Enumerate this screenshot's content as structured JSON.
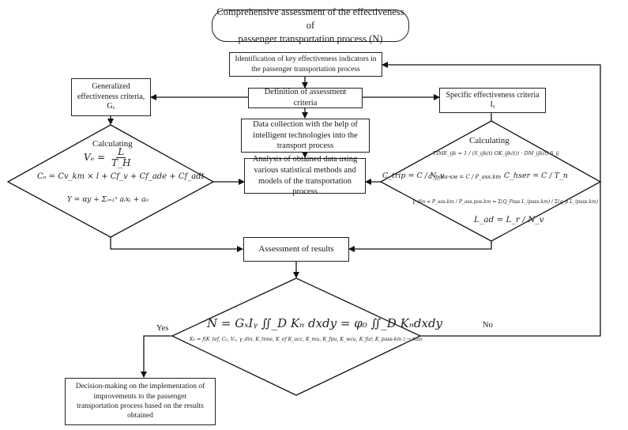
{
  "title": "Comprehensive assessment of the effectiveness of\npassenger transportation process (N)",
  "nodes": {
    "identification": "Identification of key effectiveness indicators in\nthe  passenger transportation process",
    "definition": "Definition of assessment criteria",
    "generalized": "Generalized\neffectiveness criteria,\nGₓ",
    "specific": "Specific effectiveness criteria\nIᵧ",
    "data_collection": "Data collection with the help of\nintelligent technologies into the\ntransport process",
    "analysis": "Analysis of obtained data using\nvarious statistical methods and\nmodels of the transportation process",
    "assessment": "Assessment of results",
    "decision": "Decision-making on the implementation of\nimprovements to the passenger\ntransportation process based on the results\nobtained"
  },
  "left_calc": {
    "title": "Calculating",
    "ve_lhs": "Vₑ =",
    "ve_num": "L",
    "ve_den": "T_H",
    "co": "Cₒ = Cv_km × l + Cf_v + Cf_ade + Cf_adt",
    "y": "Y = αy + Σᵢ₌₁ⁿ aᵢxᵢ + a₀"
  },
  "right_calc": {
    "title": "Calculating",
    "time": "TIME_ijk = 1 / (S_ijk(t) OK_ijk(t)) · DM_ijk(t) δ_ij",
    "ctrip": "C_trip = C / N_v",
    "cpass": "C_pass-км = C / P_ass.km",
    "chser": "C_hser = C / T_n",
    "ydin": "γ_din = P_ass.km / P_ass.pos.km = Σ(Q_Pass L_ipass.km) / Σ(q_p L_ipass.km)",
    "lad": "L_ad = L_r / N_v"
  },
  "main_formula": {
    "n": "N = GₓIᵧ ∬_D Kₙ dxdy = φ₀ ∬_D Kₙdxdy",
    "k0": "K₀ = f(K_tef, C₀, Vₑ, γ_din, K_time, K_ef K_acc, K_mu, K_fpu, K_wcu, K_fur, K_pass-km ) → max"
  },
  "edges": {
    "yes": "Yes",
    "no": "No"
  }
}
